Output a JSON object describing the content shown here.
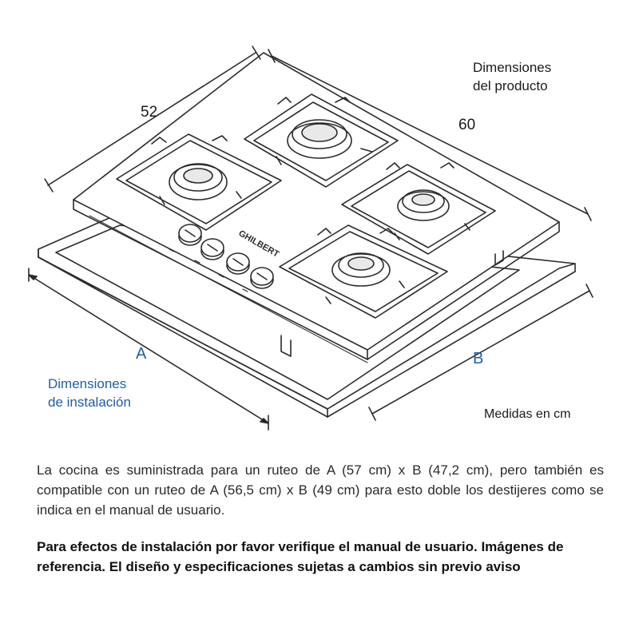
{
  "dimensions": {
    "width_label": "52",
    "depth_label": "60",
    "cut_a_label": "A",
    "cut_b_label": "B"
  },
  "product_title": {
    "line1": "Dimensiones",
    "line2": "del producto"
  },
  "install_title": {
    "line1": "Dimensiones",
    "line2": "de instalación"
  },
  "units_note": "Medidas en cm",
  "brand_text": "GHILBERT",
  "description": "La cocina es suministrada para un ruteo de A (57 cm) x B (47,2 cm), pero también es compatible con un ruteo de A (56,5 cm) x B (49 cm) para esto doble los destijeres como se indica en el manual de usuario.",
  "disclaimer": "Para efectos de instalación por favor verifique el manual de usuario. Imágenes de referencia. El diseño y especificaciones sujetas a cambios sin previo aviso",
  "colors": {
    "line": "#2b2b2b",
    "accent_blue": "#1f5fa6"
  }
}
